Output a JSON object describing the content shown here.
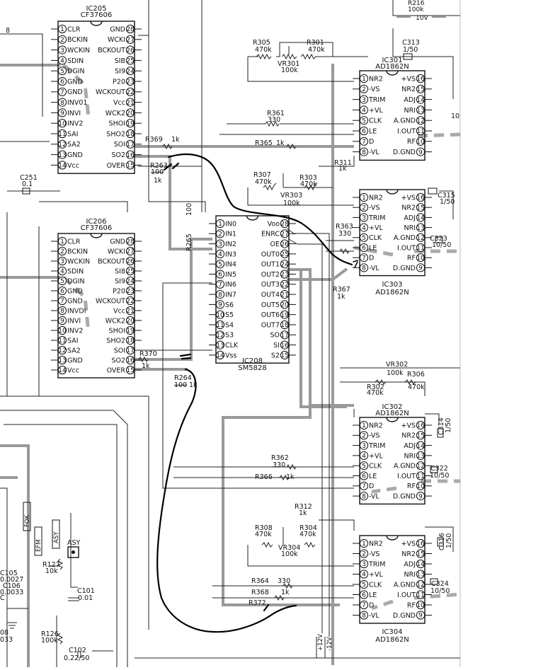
{
  "page_right_margin_bg": "#ffffff",
  "ink_color": "#000000",
  "top_right": {
    "r216": "R216",
    "r216_val": "100k",
    "rail": "10V"
  },
  "chips": [
    {
      "id": "ic205",
      "name": "IC205",
      "part": "CF37606",
      "left": [
        {
          "n": "1",
          "l": "CLR"
        },
        {
          "n": "2",
          "l": "BCKIN"
        },
        {
          "n": "3",
          "l": "WCKIN"
        },
        {
          "n": "4",
          "l": "SDIN"
        },
        {
          "n": "5",
          "l": "DGIN"
        },
        {
          "n": "6",
          "l": "GND"
        },
        {
          "n": "7",
          "l": "GND"
        },
        {
          "n": "8",
          "l": "INV01"
        },
        {
          "n": "9",
          "l": "INVI"
        },
        {
          "n": "10",
          "l": "INV2"
        },
        {
          "n": "11",
          "l": "SAI"
        },
        {
          "n": "12",
          "l": "SA2"
        },
        {
          "n": "13",
          "l": "GND"
        },
        {
          "n": "14",
          "l": "Vcc"
        }
      ],
      "right": [
        {
          "n": "28",
          "l": "GND"
        },
        {
          "n": "27",
          "l": "WCKI"
        },
        {
          "n": "26",
          "l": "BCKOUT"
        },
        {
          "n": "25",
          "l": "SIB"
        },
        {
          "n": "24",
          "l": "SI9"
        },
        {
          "n": "23",
          "l": "P20"
        },
        {
          "n": "22",
          "l": "WCKOUT"
        },
        {
          "n": "21",
          "l": "Vcc"
        },
        {
          "n": "20",
          "l": "WCK2"
        },
        {
          "n": "19",
          "l": "SHOI"
        },
        {
          "n": "18",
          "l": "SHO2"
        },
        {
          "n": "17",
          "l": "SOI"
        },
        {
          "n": "16",
          "l": "SO2"
        },
        {
          "n": "15",
          "l": "OVER"
        }
      ]
    },
    {
      "id": "ic206",
      "name": "IC206",
      "part": "CF37606",
      "left": [
        {
          "n": "1",
          "l": "CLR"
        },
        {
          "n": "2",
          "l": "BCKIN"
        },
        {
          "n": "3",
          "l": "WCKIN"
        },
        {
          "n": "4",
          "l": "SDIN"
        },
        {
          "n": "5",
          "l": "DGIN"
        },
        {
          "n": "6",
          "l": "GND"
        },
        {
          "n": "7",
          "l": "GND"
        },
        {
          "n": "8",
          "l": "INVDI"
        },
        {
          "n": "9",
          "l": "INVI"
        },
        {
          "n": "10",
          "l": "INV2"
        },
        {
          "n": "11",
          "l": "SAI"
        },
        {
          "n": "12",
          "l": "SA2"
        },
        {
          "n": "13",
          "l": "GND"
        },
        {
          "n": "14",
          "l": "Vcc"
        }
      ],
      "right": [
        {
          "n": "28",
          "l": "GND"
        },
        {
          "n": "27",
          "l": "WCKI"
        },
        {
          "n": "26",
          "l": "BCKOUT"
        },
        {
          "n": "25",
          "l": "SI8"
        },
        {
          "n": "24",
          "l": "SI9"
        },
        {
          "n": "23",
          "l": "P20"
        },
        {
          "n": "22",
          "l": "WCKOUT"
        },
        {
          "n": "21",
          "l": "Vcc"
        },
        {
          "n": "20",
          "l": "WCK2"
        },
        {
          "n": "19",
          "l": "SHOI"
        },
        {
          "n": "18",
          "l": "SHO2"
        },
        {
          "n": "17",
          "l": "SOI"
        },
        {
          "n": "16",
          "l": "SO2"
        },
        {
          "n": "15",
          "l": "OVER"
        }
      ]
    },
    {
      "id": "ic208",
      "name": "IC208",
      "part": "SM5828",
      "left": [
        {
          "n": "1",
          "l": "IN0"
        },
        {
          "n": "2",
          "l": "IN1"
        },
        {
          "n": "3",
          "l": "IN2"
        },
        {
          "n": "4",
          "l": "IN3"
        },
        {
          "n": "5",
          "l": "IN4"
        },
        {
          "n": "6",
          "l": "IN5"
        },
        {
          "n": "7",
          "l": "IN6"
        },
        {
          "n": "8",
          "l": "IN7"
        },
        {
          "n": "9",
          "l": "S6"
        },
        {
          "n": "10",
          "l": "S5"
        },
        {
          "n": "11",
          "l": "S4"
        },
        {
          "n": "12",
          "l": "S3"
        },
        {
          "n": "13",
          "l": "CLK"
        },
        {
          "n": "14",
          "l": "Vss"
        }
      ],
      "right": [
        {
          "n": "28",
          "l": "Voo"
        },
        {
          "n": "27",
          "l": "ENRC"
        },
        {
          "n": "26",
          "l": "OE"
        },
        {
          "n": "25",
          "l": "OUT0"
        },
        {
          "n": "24",
          "l": "OUT1"
        },
        {
          "n": "23",
          "l": "OUT2"
        },
        {
          "n": "22",
          "l": "OUT3"
        },
        {
          "n": "21",
          "l": "OUT4"
        },
        {
          "n": "20",
          "l": "OUT5"
        },
        {
          "n": "19",
          "l": "OUT6"
        },
        {
          "n": "18",
          "l": "OUT7"
        },
        {
          "n": "17",
          "l": "SO"
        },
        {
          "n": "16",
          "l": "SI"
        },
        {
          "n": "15",
          "l": "S2"
        }
      ]
    },
    {
      "id": "ic301",
      "name": "IC301",
      "part": "AD1862N",
      "left": [
        {
          "n": "1",
          "l": "NR2"
        },
        {
          "n": "2",
          "l": "-VS"
        },
        {
          "n": "3",
          "l": "TRIM"
        },
        {
          "n": "4",
          "l": "+VL"
        },
        {
          "n": "5",
          "l": "CLK"
        },
        {
          "n": "6",
          "l": "LE"
        },
        {
          "n": "7",
          "l": "D"
        },
        {
          "n": "8",
          "l": "-VL"
        }
      ],
      "right": [
        {
          "n": "16",
          "l": "+VS"
        },
        {
          "n": "15",
          "l": "NR2"
        },
        {
          "n": "14",
          "l": "ADJ"
        },
        {
          "n": "13",
          "l": "NRI"
        },
        {
          "n": "12",
          "l": "A.GND"
        },
        {
          "n": "11",
          "l": "I.OUT"
        },
        {
          "n": "10",
          "l": "RF"
        },
        {
          "n": "9",
          "l": "D.GND"
        }
      ]
    },
    {
      "id": "ic303",
      "name": "IC303",
      "part": "AD1862N",
      "left": [
        {
          "n": "1",
          "l": "NR2"
        },
        {
          "n": "2",
          "l": "-VS"
        },
        {
          "n": "3",
          "l": "TRIM"
        },
        {
          "n": "4",
          "l": "+VL"
        },
        {
          "n": "5",
          "l": "CLK"
        },
        {
          "n": "6",
          "l": "LE"
        },
        {
          "n": "7",
          "l": "D"
        },
        {
          "n": "8",
          "l": "-VL"
        }
      ],
      "right": [
        {
          "n": "16",
          "l": "+VS"
        },
        {
          "n": "15",
          "l": "NR2"
        },
        {
          "n": "14",
          "l": "ADJ"
        },
        {
          "n": "13",
          "l": "NRI"
        },
        {
          "n": "12",
          "l": "A.GND"
        },
        {
          "n": "11",
          "l": "I.OUT"
        },
        {
          "n": "10",
          "l": "RF"
        },
        {
          "n": "9",
          "l": "D.GND"
        }
      ]
    },
    {
      "id": "ic302",
      "name": "IC302",
      "part": "AD1862N",
      "left": [
        {
          "n": "1",
          "l": "NR2"
        },
        {
          "n": "2",
          "l": "-VS"
        },
        {
          "n": "3",
          "l": "TRIM"
        },
        {
          "n": "4",
          "l": "+VL"
        },
        {
          "n": "5",
          "l": "CLK"
        },
        {
          "n": "6",
          "l": "LE"
        },
        {
          "n": "7",
          "l": "D"
        },
        {
          "n": "8",
          "l": "-VL"
        }
      ],
      "right": [
        {
          "n": "16",
          "l": "+VS"
        },
        {
          "n": "15",
          "l": "NR2"
        },
        {
          "n": "14",
          "l": "ADJ"
        },
        {
          "n": "13",
          "l": "NRI"
        },
        {
          "n": "12",
          "l": "A.GND"
        },
        {
          "n": "11",
          "l": "I.OUT"
        },
        {
          "n": "10",
          "l": "RF"
        },
        {
          "n": "9",
          "l": "D.GND"
        }
      ]
    },
    {
      "id": "ic304",
      "name": "IC304",
      "part": "AD1862N",
      "left": [
        {
          "n": "1",
          "l": "NR2"
        },
        {
          "n": "2",
          "l": "-VS"
        },
        {
          "n": "3",
          "l": "TRIM"
        },
        {
          "n": "4",
          "l": "+VL"
        },
        {
          "n": "5",
          "l": "CLK"
        },
        {
          "n": "6",
          "l": "LE"
        },
        {
          "n": "7",
          "l": "D"
        },
        {
          "n": "8",
          "l": "-VL"
        }
      ],
      "right": [
        {
          "n": "16",
          "l": "+VS"
        },
        {
          "n": "15",
          "l": "NR2"
        },
        {
          "n": "14",
          "l": "ADJ"
        },
        {
          "n": "13",
          "l": "NRI"
        },
        {
          "n": "12",
          "l": "A.GND"
        },
        {
          "n": "11",
          "l": "I.OUT"
        },
        {
          "n": "10",
          "l": "RF"
        },
        {
          "n": "9",
          "l": "D.GND"
        }
      ]
    }
  ],
  "labels": [
    {
      "id": "r305",
      "t": "R305"
    },
    {
      "id": "r305v",
      "t": "470k"
    },
    {
      "id": "r301",
      "t": "R301"
    },
    {
      "id": "r301v",
      "t": "470k"
    },
    {
      "id": "vr301",
      "t": "VR301"
    },
    {
      "id": "vr301v",
      "t": "100k"
    },
    {
      "id": "c313",
      "t": "C313"
    },
    {
      "id": "c313v",
      "t": "1/50"
    },
    {
      "id": "r361",
      "t": "R361"
    },
    {
      "id": "r361v",
      "t": "330"
    },
    {
      "id": "r369",
      "t": "R369"
    },
    {
      "id": "r369v",
      "t": "1k"
    },
    {
      "id": "r365",
      "t": "R365"
    },
    {
      "id": "r365v",
      "t": "1k"
    },
    {
      "id": "r263",
      "t": "R263"
    },
    {
      "id": "r263a",
      "t": "100"
    },
    {
      "id": "r263b",
      "t": "1k"
    },
    {
      "id": "r311",
      "t": "R311"
    },
    {
      "id": "r311v",
      "t": "1k"
    },
    {
      "id": "r307",
      "t": "R307"
    },
    {
      "id": "r307v",
      "t": "470k"
    },
    {
      "id": "r303",
      "t": "R303"
    },
    {
      "id": "r303v",
      "t": "470k"
    },
    {
      "id": "vr303",
      "t": "VR303"
    },
    {
      "id": "vr303v",
      "t": "100k"
    },
    {
      "id": "c315",
      "t": "C315"
    },
    {
      "id": "c315v",
      "t": "1/50"
    },
    {
      "id": "r363",
      "t": "R363"
    },
    {
      "id": "r363v",
      "t": "330"
    },
    {
      "id": "c323",
      "t": "C323"
    },
    {
      "id": "c323v",
      "t": "10/50"
    },
    {
      "id": "r367",
      "t": "R367"
    },
    {
      "id": "r367v",
      "t": "1k"
    },
    {
      "id": "c251",
      "t": "C251"
    },
    {
      "id": "c251v",
      "t": "0.1"
    },
    {
      "id": "r265",
      "t": "R265"
    },
    {
      "id": "r265v",
      "t": "100"
    },
    {
      "id": "r370",
      "t": "R370"
    },
    {
      "id": "r370v",
      "t": "1k"
    },
    {
      "id": "r264",
      "t": "R264"
    },
    {
      "id": "r264a",
      "t": "100"
    },
    {
      "id": "r264b",
      "t": "1k"
    },
    {
      "id": "vr302",
      "t": "VR302"
    },
    {
      "id": "vr302v",
      "t": "100k"
    },
    {
      "id": "r306",
      "t": "R306"
    },
    {
      "id": "r306v",
      "t": "470k"
    },
    {
      "id": "r302",
      "t": "R302"
    },
    {
      "id": "r302v",
      "t": "470k"
    },
    {
      "id": "c314",
      "t": "C314"
    },
    {
      "id": "c314v",
      "t": "1/50"
    },
    {
      "id": "r362",
      "t": "R362"
    },
    {
      "id": "r362v",
      "t": "330"
    },
    {
      "id": "r366",
      "t": "R366"
    },
    {
      "id": "r366v",
      "t": "1k"
    },
    {
      "id": "c322",
      "t": "C322"
    },
    {
      "id": "c322v",
      "t": "10/50"
    },
    {
      "id": "r312",
      "t": "R312"
    },
    {
      "id": "r312v",
      "t": "1k"
    },
    {
      "id": "r308",
      "t": "R308"
    },
    {
      "id": "r308v",
      "t": "470k"
    },
    {
      "id": "r304",
      "t": "R304"
    },
    {
      "id": "r304v",
      "t": "470k"
    },
    {
      "id": "vr304",
      "t": "VR304"
    },
    {
      "id": "vr304v",
      "t": "100k"
    },
    {
      "id": "c316",
      "t": "C316"
    },
    {
      "id": "c316v",
      "t": "1/50"
    },
    {
      "id": "c324",
      "t": "C324"
    },
    {
      "id": "c324v",
      "t": "10/50"
    },
    {
      "id": "r364",
      "t": "R364"
    },
    {
      "id": "r364v",
      "t": "330"
    },
    {
      "id": "r368",
      "t": "R368"
    },
    {
      "id": "r368v",
      "t": "1k"
    },
    {
      "id": "r372",
      "t": "R372"
    },
    {
      "id": "fok",
      "t": "FOK"
    },
    {
      "id": "efm",
      "t": "EFM"
    },
    {
      "id": "asy",
      "t": "ASY"
    },
    {
      "id": "asybox",
      "t": "ASY"
    },
    {
      "id": "r127",
      "t": "R127"
    },
    {
      "id": "r127v",
      "t": "10k"
    },
    {
      "id": "c101",
      "t": "C101"
    },
    {
      "id": "c101v",
      "t": "0.01"
    },
    {
      "id": "c105",
      "t": "C105"
    },
    {
      "id": "c105v",
      "t": "0.0027"
    },
    {
      "id": "c106",
      "t": "C106"
    },
    {
      "id": "c106v",
      "t": "0.0033"
    },
    {
      "id": "r126",
      "t": "R126"
    },
    {
      "id": "r126v",
      "t": "100k"
    },
    {
      "id": "c102",
      "t": "C102"
    },
    {
      "id": "c102v",
      "t": "0.22/50"
    },
    {
      "id": "p12v",
      "t": "+12V"
    },
    {
      "id": "m12v",
      "t": "-12V"
    },
    {
      "id": "c8",
      "t": "8"
    },
    {
      "id": "c08",
      "t": "08"
    },
    {
      "id": "c033",
      "t": "033"
    },
    {
      "id": "cc1",
      "t": "C"
    },
    {
      "id": "ci",
      "t": "10"
    }
  ]
}
